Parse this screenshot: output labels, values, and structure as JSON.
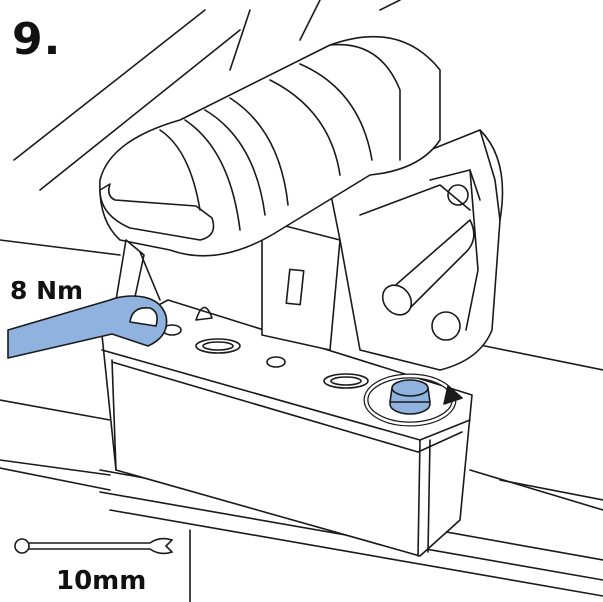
{
  "step": {
    "number": "9."
  },
  "torque": {
    "value": "8 Nm"
  },
  "tool": {
    "size": "10mm",
    "icon": "wrench-icon"
  },
  "colors": {
    "highlight": "#8fb2df",
    "outline": "#1a1a1a",
    "background": "#ffffff"
  }
}
